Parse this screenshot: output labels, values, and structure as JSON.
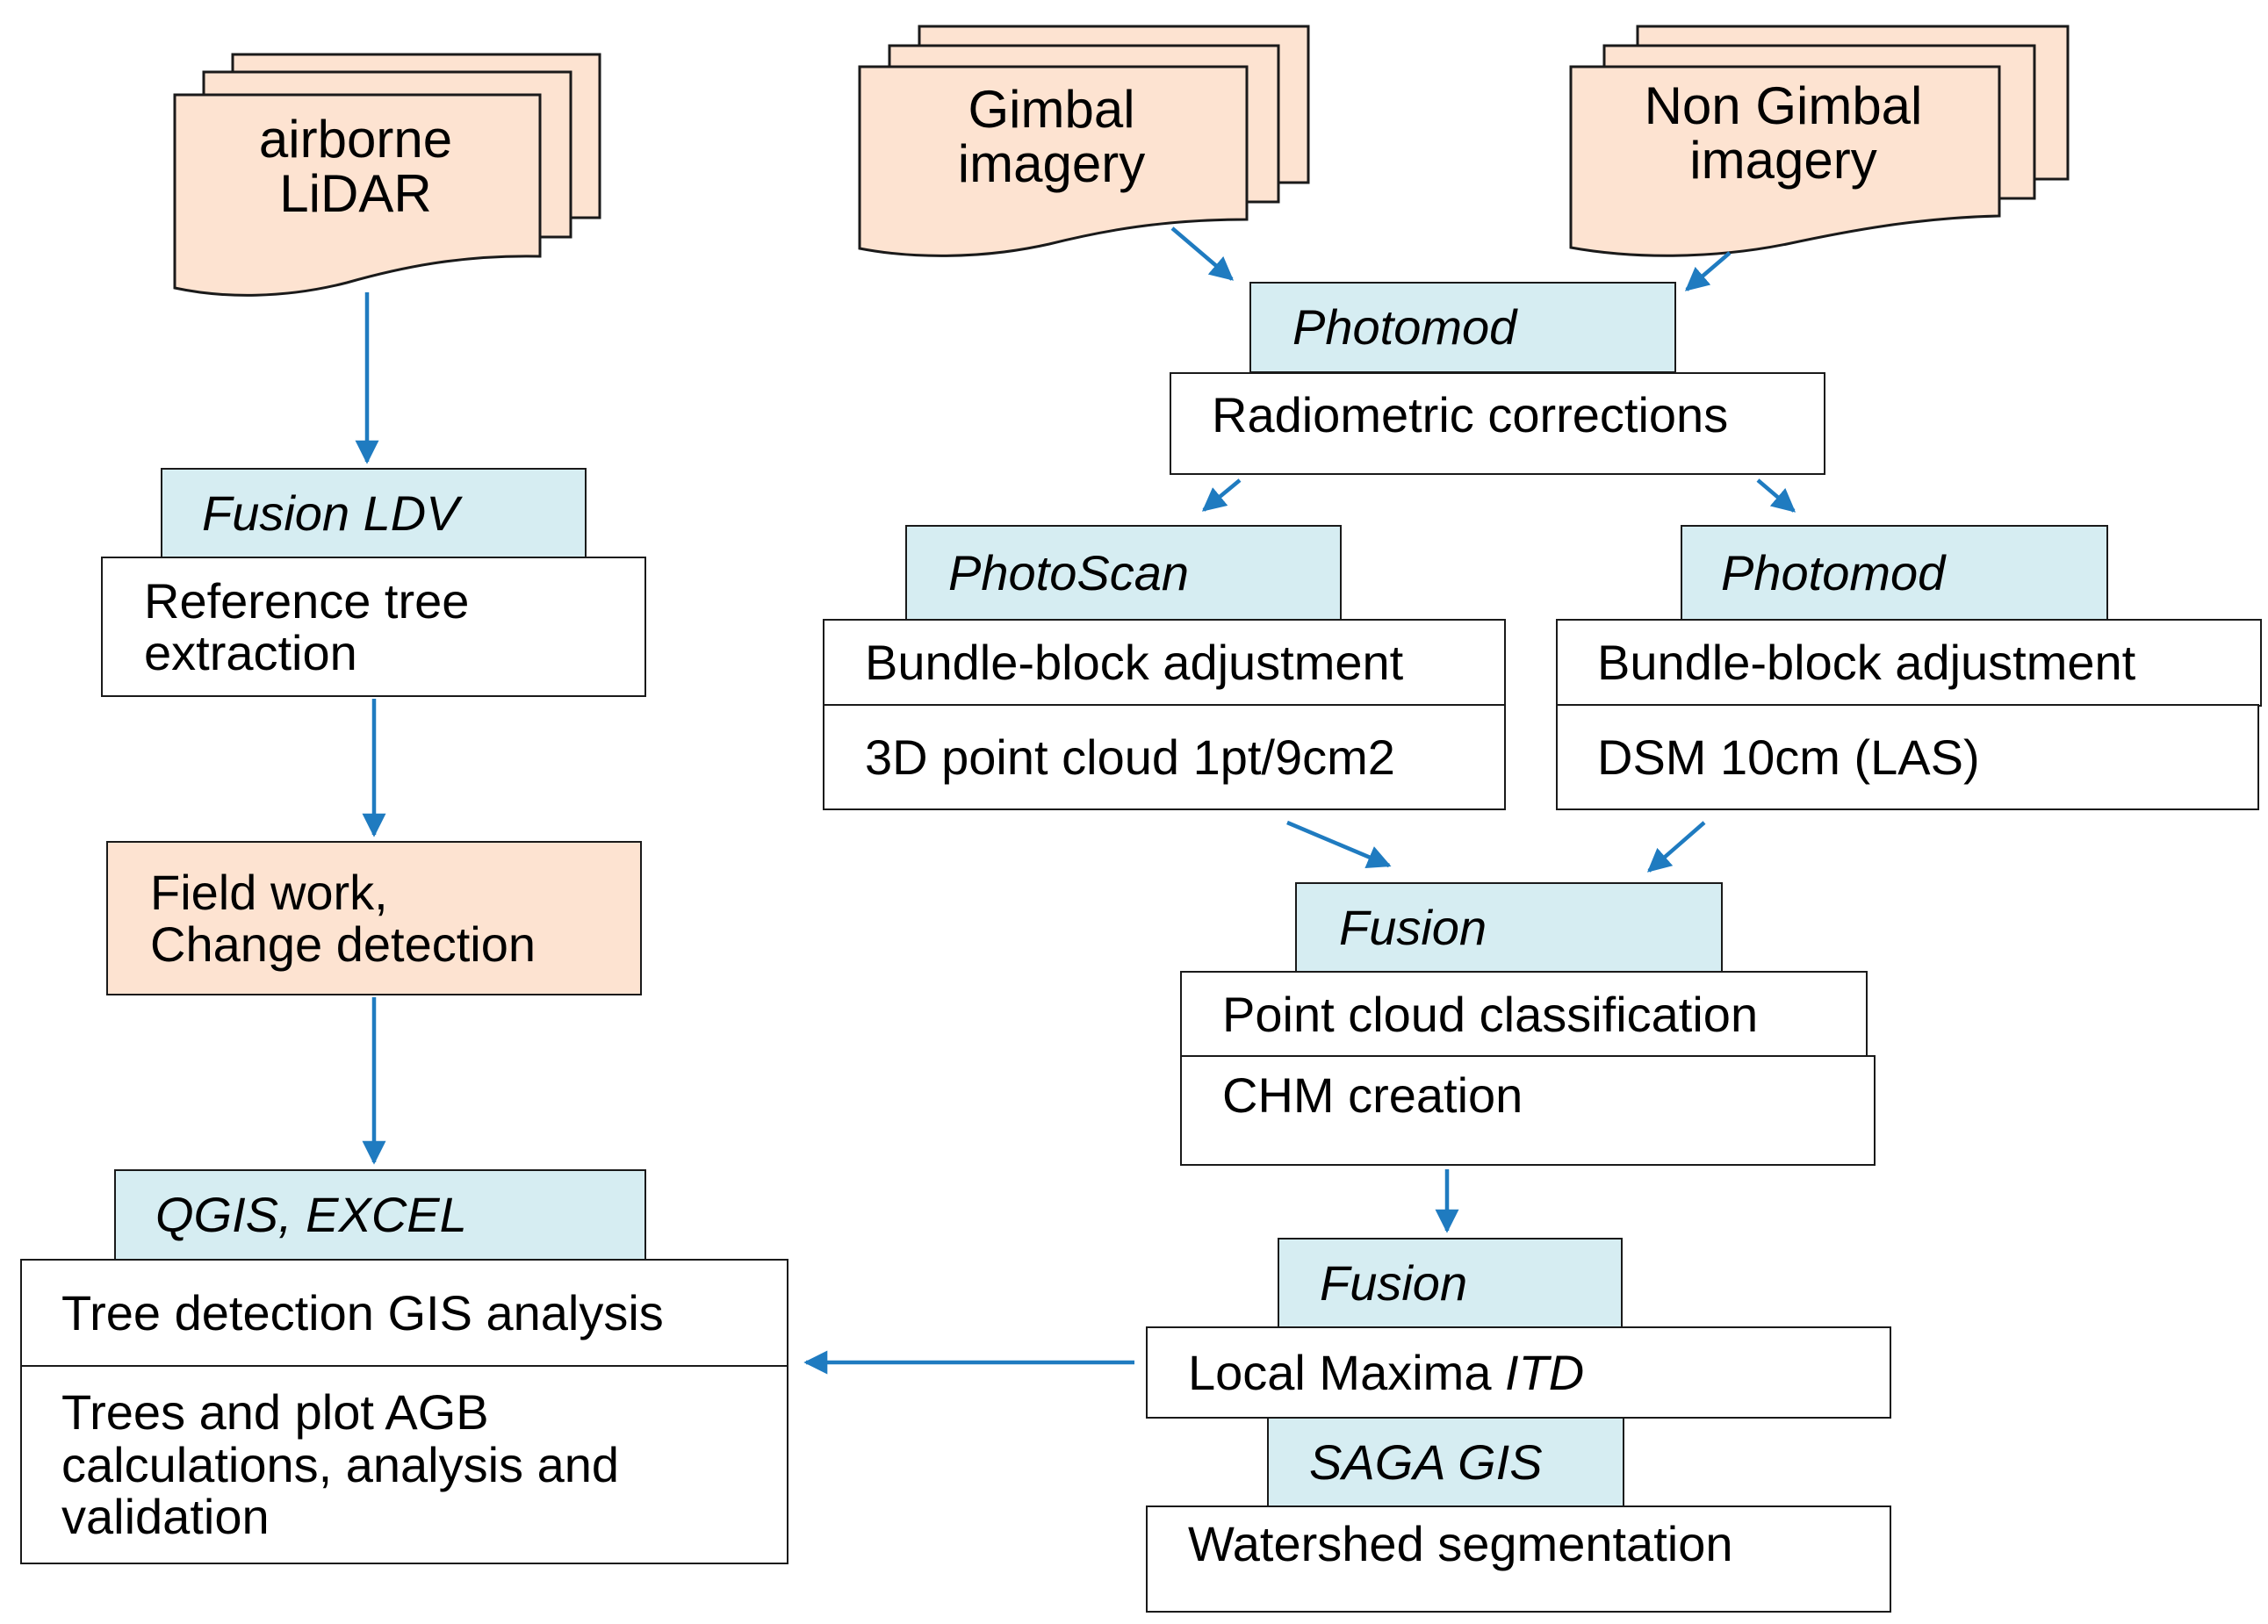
{
  "sources": {
    "lidar": "airborne\nLiDAR",
    "gimbal": "Gimbal\nimagery",
    "non_gimbal": "Non Gimbal\nimagery"
  },
  "lidar_branch": {
    "tool_1": "Fusion LDV",
    "step_1": "Reference tree\nextraction",
    "field": "Field work,\nChange detection",
    "tool_2": "QGIS, EXCEL",
    "step_2": "Tree detection GIS analysis",
    "step_3": "Trees and plot AGB\ncalculations, analysis and\nvalidation"
  },
  "imagery_branch": {
    "tool_photomod": "Photomod",
    "radiometric": "Radiometric corrections",
    "tool_photoscan": "PhotoScan",
    "bba_left": "Bundle-block adjustment",
    "point_cloud": "3D point cloud 1pt/9cm2",
    "tool_photomod_2": "Photomod",
    "bba_right": "Bundle-block adjustment",
    "dsm": "DSM 10cm (LAS)",
    "tool_fusion_1": "Fusion",
    "classification": "Point cloud classification",
    "chm": "CHM creation",
    "tool_fusion_2": "Fusion",
    "local_maxima": "Local Maxima ",
    "local_maxima_method": "ITD",
    "tool_saga": "SAGA GIS",
    "watershed": "Watershed segmentation"
  },
  "colors": {
    "tool_fill": "#d6edf2",
    "source_fill": "#fde3d1",
    "arrow": "#1f7bc0",
    "border": "#1a1a1a"
  }
}
